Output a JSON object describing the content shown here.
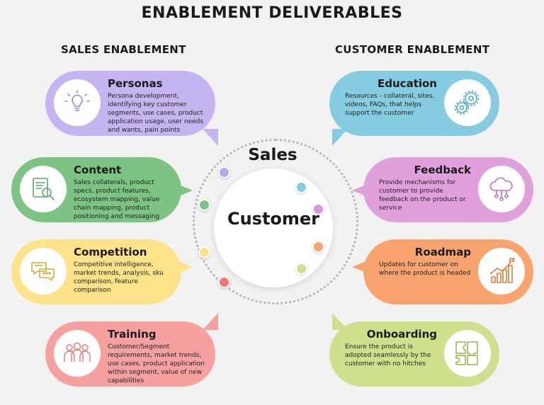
{
  "title": "ENABLEMENT DELIVERABLES",
  "sales_heading": "SALES ENABLEMENT",
  "customer_heading": "CUSTOMER ENABLEMENT",
  "center": {
    "outer_label": "Sales",
    "inner_label": "Customer"
  },
  "sales_items": [
    {
      "title": "Personas",
      "icon": "lightbulb-icon",
      "color": "#c4b5f0",
      "description": "Persona development, identifying key customer segments, use cases, product application usage,  user needs and wants, pain points"
    },
    {
      "title": "Content",
      "icon": "document-search-icon",
      "color": "#7dc383",
      "description": "Sales collaterals, product specs, product features, ecosystem mapping, value chain mapping, product positioning and messaging"
    },
    {
      "title": "Competition",
      "icon": "chat-bubbles-icon",
      "color": "#fde28a",
      "description": "Competitive intelligence, market trends, analysis, sku comparison, feature comparison"
    },
    {
      "title": "Training",
      "icon": "team-icon",
      "color": "#f7a0a0",
      "description": "Customer/Segment requirements, market trends, use cases, product application within segment, value of new capabilities"
    }
  ],
  "customer_items": [
    {
      "title": "Education",
      "icon": "gears-icon",
      "color": "#86cce0",
      "description": "Resources - collateral, sites, videos, FAQs, that helps support the customer"
    },
    {
      "title": "Feedback",
      "icon": "cloud-network-icon",
      "color": "#e0a0dc",
      "description": "Provide mechanisms for customer to provide feedback on the product or service"
    },
    {
      "title": "Roadmap",
      "icon": "growth-chart-icon",
      "color": "#f9a46e",
      "description": "Updates for customer on where the product is headed"
    },
    {
      "title": "Onboarding",
      "icon": "puzzle-icon",
      "color": "#cfe08d",
      "description": "Ensure the product is adopted seamlessly by the customer with no hitches"
    }
  ],
  "dot_colors": [
    "#b8a6f0",
    "#7dc383",
    "#fde28a",
    "#f27878",
    "#86cce0",
    "#d39ad8",
    "#f9a46e",
    "#cfe08d"
  ]
}
